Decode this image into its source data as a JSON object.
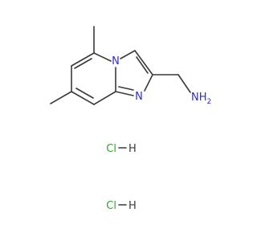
{
  "molecule": {
    "atoms": {
      "ring_nitrogen": "N",
      "imine_nitrogen": "N",
      "amine_label": "NH",
      "amine_subscript": "2"
    },
    "salts": [
      {
        "cl": "Cl",
        "h": "H"
      },
      {
        "cl": "Cl",
        "h": "H"
      }
    ],
    "colors": {
      "bond": "#3a3a3a",
      "nitrogen": "#2b2bd6",
      "chlorine": "#2aa82a",
      "hydrogen": "#3a3a3a"
    }
  }
}
